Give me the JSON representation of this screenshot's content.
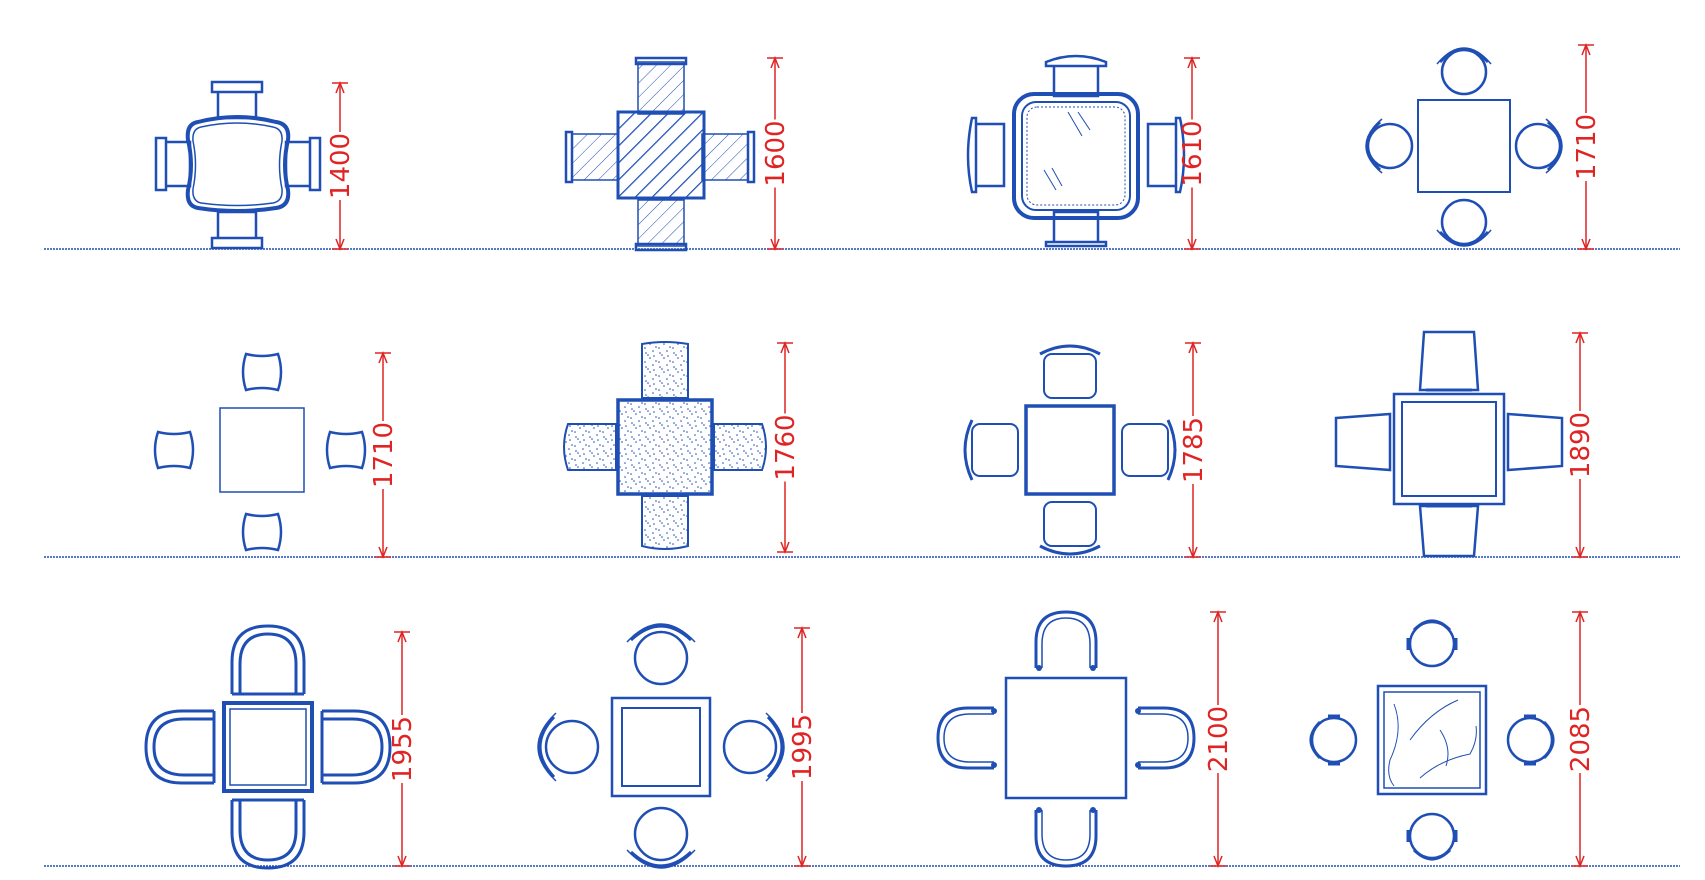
{
  "colors": {
    "line": "#1f4fb4",
    "dimension": "#e02424",
    "background": "#ffffff"
  },
  "rows": [
    {
      "items": [
        {
          "style": "wavy-table",
          "dimension": "1400"
        },
        {
          "style": "hatched-table",
          "dimension": "1600"
        },
        {
          "style": "glass-table",
          "dimension": "1610"
        },
        {
          "style": "round-chairs",
          "dimension": "1710"
        }
      ]
    },
    {
      "items": [
        {
          "style": "cushion-stools",
          "dimension": "1710"
        },
        {
          "style": "speckled-table",
          "dimension": "1760"
        },
        {
          "style": "padded-chairs",
          "dimension": "1785"
        },
        {
          "style": "armchairs",
          "dimension": "1890"
        }
      ]
    },
    {
      "items": [
        {
          "style": "arched-chairs",
          "dimension": "1955"
        },
        {
          "style": "circle-stools",
          "dimension": "1995"
        },
        {
          "style": "bentwood-chairs",
          "dimension": "2100"
        },
        {
          "style": "marble-table",
          "dimension": "2085"
        }
      ]
    }
  ]
}
